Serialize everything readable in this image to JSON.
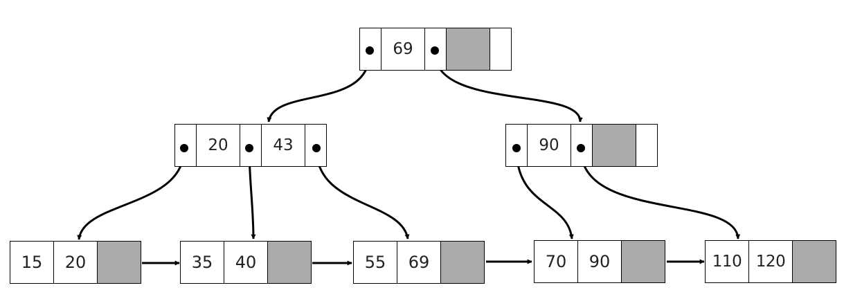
{
  "tree": {
    "root": {
      "keys": [
        "69"
      ]
    },
    "internal_left": {
      "keys": [
        "20",
        "43"
      ]
    },
    "internal_right": {
      "keys": [
        "90"
      ]
    },
    "leaves": [
      {
        "keys": [
          "15",
          "20"
        ]
      },
      {
        "keys": [
          "35",
          "40"
        ]
      },
      {
        "keys": [
          "55",
          "69"
        ]
      },
      {
        "keys": [
          "70",
          "90"
        ]
      },
      {
        "keys": [
          "110",
          "120"
        ]
      }
    ]
  },
  "colors": {
    "line": "#000000",
    "empty_slot": "#aaaaaa",
    "background": "#ffffff"
  }
}
